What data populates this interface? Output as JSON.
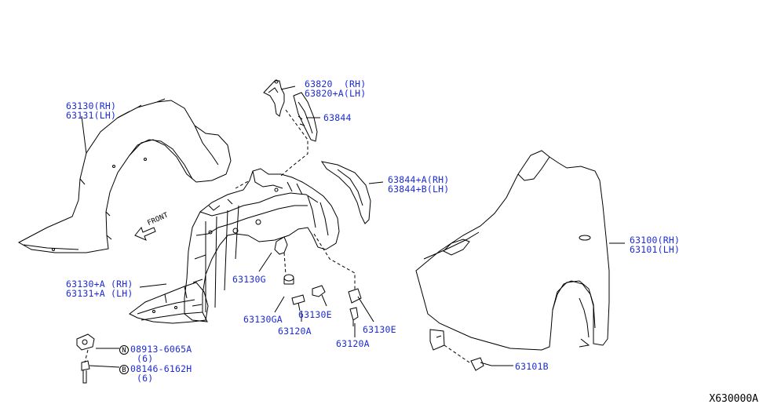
{
  "diagram_id": "X630000A",
  "labels": {
    "p63130": "63130(RH)",
    "p63131": "63131(LH)",
    "p63820": "63820  (RH)",
    "p63820a": "63820+A(LH)",
    "p63844": "63844",
    "p63844ab1": "63844+A(RH)",
    "p63844ab2": "63844+B(LH)",
    "p63100": "63100(RH)",
    "p63101": "63101(LH)",
    "p63130a": "63130+A (RH)",
    "p63131a": "63131+A (LH)",
    "p63130g": "63130G",
    "p63130ga": "63130GA",
    "p63120a_1": "63120A",
    "p63130e_1": "63130E",
    "p63120a_2": "63120A",
    "p63130e_2": "63130E",
    "p63101b": "63101B",
    "n_symbol": "N",
    "p08913": "08913-6065A",
    "p08913_qty": "(6)",
    "b_symbol": "B",
    "p08146": "08146-6162H",
    "p08146_qty": "(6)",
    "front": "FRONT"
  },
  "colors": {
    "label": "#1c2bd6",
    "line": "#000000"
  }
}
